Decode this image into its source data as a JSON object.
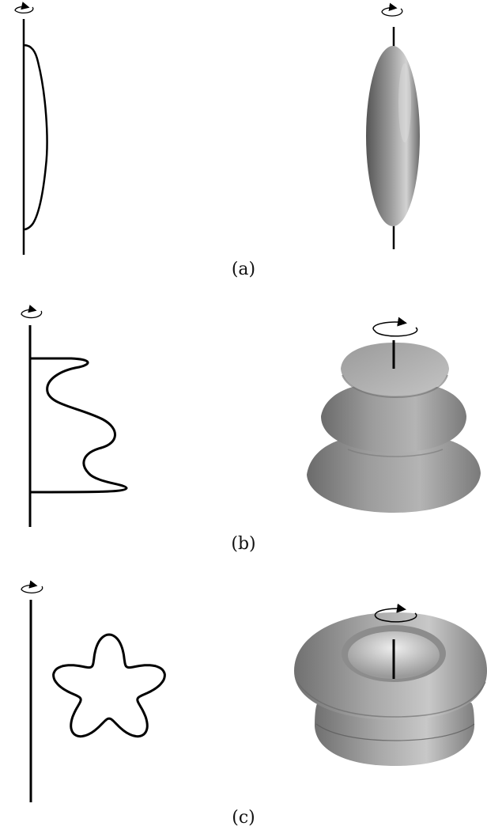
{
  "panels": [
    {
      "label": "(a)",
      "profile": "convex-arc",
      "solid": "ellipsoid-spindle"
    },
    {
      "label": "(b)",
      "profile": "wavy-curve",
      "solid": "stacked-bell"
    },
    {
      "label": "(c)",
      "profile": "five-petal-star",
      "solid": "ring-torus"
    }
  ],
  "colors": {
    "line": "#000000",
    "surface_light": "#d8d8d8",
    "surface_mid": "#9a9a9a",
    "surface_dark": "#5a5a5a"
  }
}
